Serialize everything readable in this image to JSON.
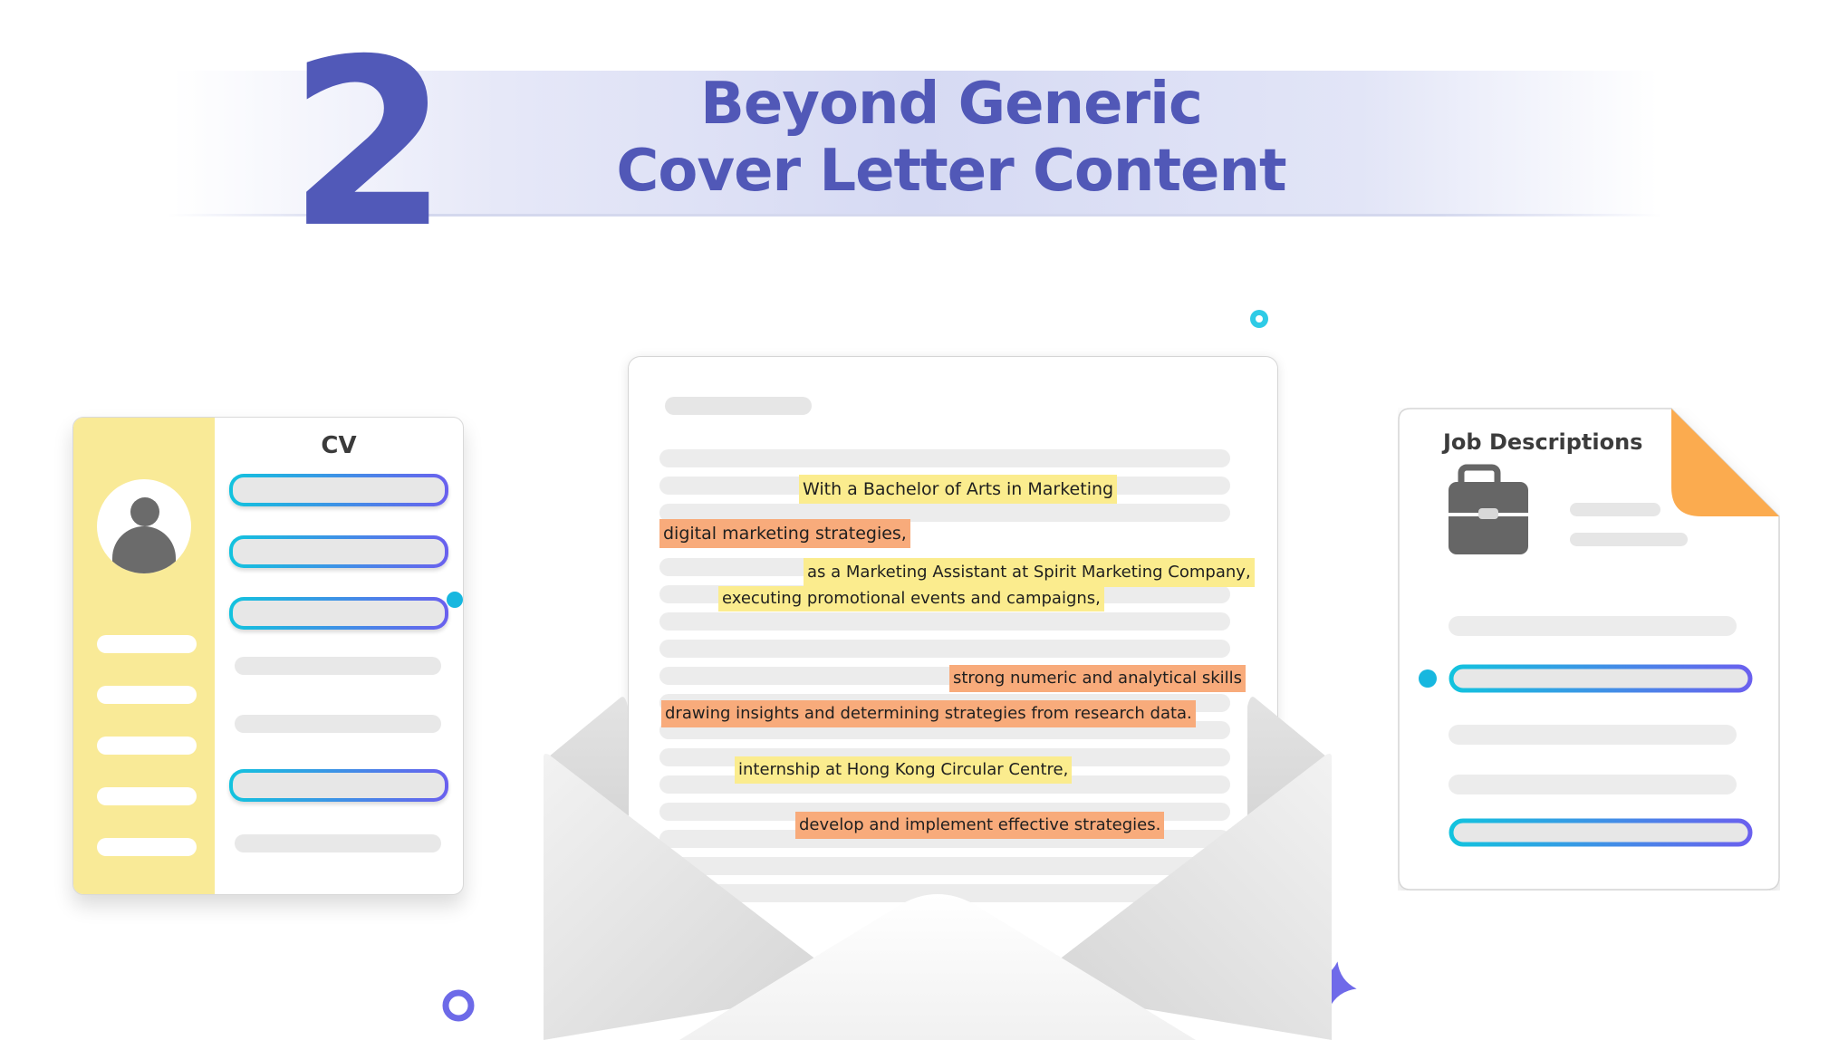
{
  "header": {
    "step_number": "2",
    "title_line1": "Beyond Generic",
    "title_line2": "Cover Letter Content"
  },
  "cv": {
    "label": "CV"
  },
  "job": {
    "label": "Job Descriptions"
  },
  "letter": {
    "highlights": [
      {
        "text": "With a Bachelor of Arts in Marketing",
        "color": "yellow"
      },
      {
        "text": "digital marketing strategies,",
        "color": "orange"
      },
      {
        "text": "as a Marketing Assistant at Spirit Marketing Company,",
        "color": "yellow"
      },
      {
        "text": "executing promotional events and campaigns,",
        "color": "yellow"
      },
      {
        "text": "strong numeric and analytical skills",
        "color": "orange"
      },
      {
        "text": "drawing insights and determining strategies from research data.",
        "color": "orange"
      },
      {
        "text": "internship at Hong Kong Circular Centre,",
        "color": "yellow"
      },
      {
        "text": "develop and implement effective strategies.",
        "color": "orange"
      }
    ]
  },
  "colors": {
    "title": "#5158b7",
    "highlight_yellow": "#fbec8e",
    "highlight_orange": "#f8ab7b",
    "cv_sidebar": "#f9ea97",
    "accent_cyan": "#12c3de",
    "accent_purple": "#6a60ee",
    "doc_corner": "#fbab4f"
  }
}
